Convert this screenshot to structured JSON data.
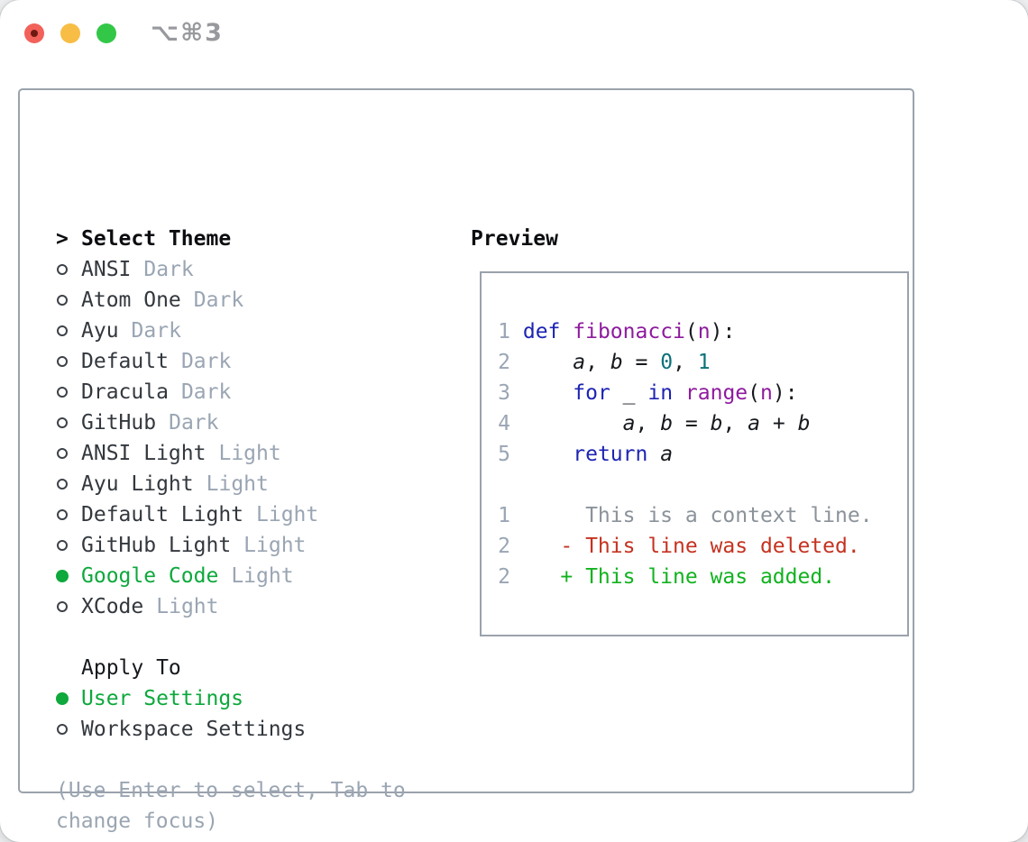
{
  "window": {
    "title": "⌥⌘3"
  },
  "colors": {
    "accent-green": "#0ea83c",
    "added-green": "#12b21f",
    "deleted-red": "#c53220",
    "context-gray": "#8b929a",
    "tag-gray": "#9aa5b3",
    "line-number-gray": "#9aa5b4",
    "keyword-blue": "#1d24b3",
    "type-purple": "#8e1b9e",
    "literal-teal": "#0b7178",
    "hint-gray": "#9aa5b2",
    "border-gray": "#9aa2ac",
    "title-gray": "#97999d",
    "traffic-red": "#f2615a",
    "traffic-yellow": "#f7bd45",
    "traffic-green": "#33c748"
  },
  "left": {
    "header_prefix": ">",
    "header": "Select Theme",
    "themes": [
      {
        "name": "ANSI",
        "tag": "Dark",
        "selected": false
      },
      {
        "name": "Atom One",
        "tag": "Dark",
        "selected": false
      },
      {
        "name": "Ayu",
        "tag": "Dark",
        "selected": false
      },
      {
        "name": "Default",
        "tag": "Dark",
        "selected": false
      },
      {
        "name": "Dracula",
        "tag": "Dark",
        "selected": false
      },
      {
        "name": "GitHub",
        "tag": "Dark",
        "selected": false
      },
      {
        "name": "ANSI Light",
        "tag": "Light",
        "selected": false
      },
      {
        "name": "Ayu Light",
        "tag": "Light",
        "selected": false
      },
      {
        "name": "Default Light",
        "tag": "Light",
        "selected": false
      },
      {
        "name": "GitHub Light",
        "tag": "Light",
        "selected": false
      },
      {
        "name": "Google Code",
        "tag": "Light",
        "selected": true
      },
      {
        "name": "XCode",
        "tag": "Light",
        "selected": false
      }
    ],
    "apply_to_label": "Apply To",
    "apply_options": [
      {
        "name": "User Settings",
        "selected": true
      },
      {
        "name": "Workspace Settings",
        "selected": false
      }
    ],
    "hint_line1": "(Use Enter to select, Tab to",
    "hint_line2": "change focus)"
  },
  "preview": {
    "label": "Preview",
    "lines": [
      {
        "num": "1",
        "tokens": [
          [
            "pln",
            " "
          ],
          [
            "kwd",
            "def"
          ],
          [
            "pln",
            " "
          ],
          [
            "typ",
            "fibonacci"
          ],
          [
            "pln",
            "("
          ],
          [
            "typ",
            "n"
          ],
          [
            "pln",
            "):"
          ]
        ]
      },
      {
        "num": "2",
        "tokens": [
          [
            "pln",
            "     "
          ],
          [
            "var",
            "a"
          ],
          [
            "pln",
            ", "
          ],
          [
            "var",
            "b"
          ],
          [
            "pln",
            " = "
          ],
          [
            "lit",
            "0"
          ],
          [
            "pln",
            ", "
          ],
          [
            "lit",
            "1"
          ]
        ]
      },
      {
        "num": "3",
        "tokens": [
          [
            "pln",
            "     "
          ],
          [
            "kwd",
            "for"
          ],
          [
            "pln",
            " _ "
          ],
          [
            "kwd",
            "in"
          ],
          [
            "pln",
            " "
          ],
          [
            "typ",
            "range"
          ],
          [
            "pln",
            "("
          ],
          [
            "typ",
            "n"
          ],
          [
            "pln",
            "):"
          ]
        ]
      },
      {
        "num": "4",
        "tokens": [
          [
            "pln",
            "         "
          ],
          [
            "var",
            "a"
          ],
          [
            "pln",
            ", "
          ],
          [
            "var",
            "b"
          ],
          [
            "pln",
            " = "
          ],
          [
            "var",
            "b"
          ],
          [
            "pln",
            ", "
          ],
          [
            "var",
            "a"
          ],
          [
            "pln",
            " + "
          ],
          [
            "var",
            "b"
          ]
        ]
      },
      {
        "num": "5",
        "tokens": [
          [
            "pln",
            "     "
          ],
          [
            "kwd",
            "return"
          ],
          [
            "pln",
            " "
          ],
          [
            "var",
            "a"
          ]
        ]
      },
      {
        "num": "",
        "tokens": []
      },
      {
        "num": "1",
        "tokens": [
          [
            "ctx",
            "      This is a context line."
          ]
        ]
      },
      {
        "num": "2",
        "tokens": [
          [
            "del",
            "    - This line was deleted."
          ]
        ]
      },
      {
        "num": "2",
        "tokens": [
          [
            "add",
            "    + This line was added."
          ]
        ]
      }
    ]
  }
}
